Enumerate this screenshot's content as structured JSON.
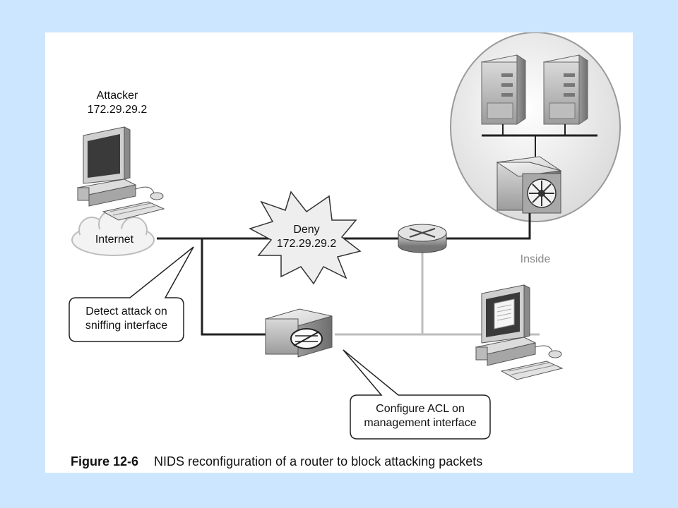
{
  "attacker": {
    "title": "Attacker",
    "ip": "172.29.29.2"
  },
  "internet_label": "Internet",
  "deny": {
    "line1": "Deny",
    "line2": "172.29.29.2"
  },
  "inside_label": "Inside",
  "callout_detect": {
    "line1": "Detect attack on",
    "line2": "sniffing interface"
  },
  "callout_configure": {
    "line1": "Configure ACL on",
    "line2": "management interface"
  },
  "caption": {
    "figure": "Figure 12-6",
    "text": "NIDS reconfiguration of a router to block attacking packets"
  },
  "colors": {
    "background": "#cce6ff",
    "panel": "#ffffff",
    "gray_line": "#bdbdbd",
    "dark_line": "#222222"
  }
}
